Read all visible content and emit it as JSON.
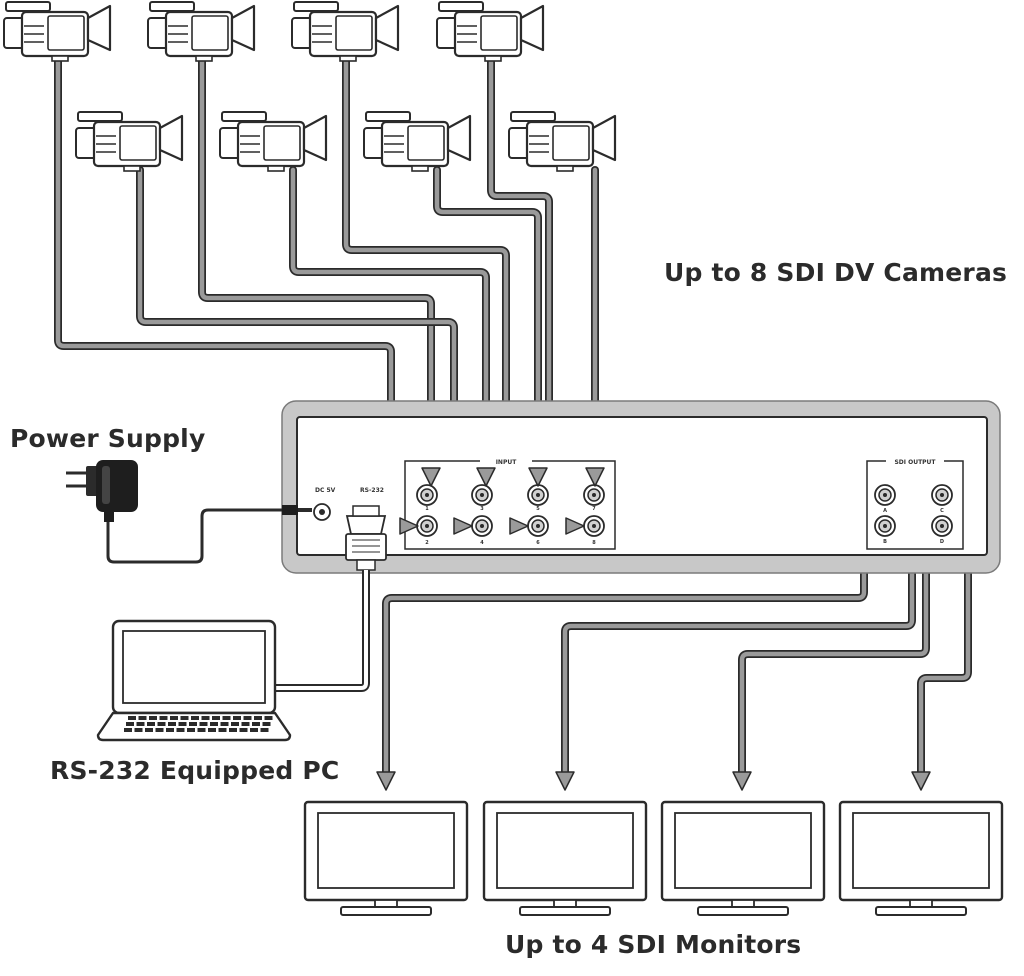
{
  "labels": {
    "cameras": "Up to 8 SDI DV Cameras",
    "power_supply": "Power Supply",
    "pc": "RS-232 Equipped PC",
    "monitors": "Up to 4 SDI Monitors"
  },
  "device_panel": {
    "input_header": "INPUT",
    "output_header": "SDI OUTPUT",
    "dc_label": "DC 5V",
    "rs232_label": "RS-232",
    "input_port_numbers": [
      "1",
      "3",
      "5",
      "7",
      "2",
      "4",
      "6",
      "8"
    ],
    "output_port_letters": [
      "A",
      "C",
      "B",
      "D"
    ]
  },
  "counts": {
    "cameras": 8,
    "monitors": 4,
    "sdi_inputs": 8,
    "sdi_outputs": 4
  },
  "colors": {
    "line": "#2b2b2b",
    "cable_fill": "#9a9a9a",
    "device_frame": "#c8c8c8",
    "background": "#ffffff"
  },
  "icons": {
    "camera": "video-camera-icon",
    "monitor": "monitor-icon",
    "laptop": "laptop-icon",
    "adapter": "power-adapter-icon",
    "bnc": "bnc-port-icon",
    "db9": "db9-connector-icon"
  }
}
